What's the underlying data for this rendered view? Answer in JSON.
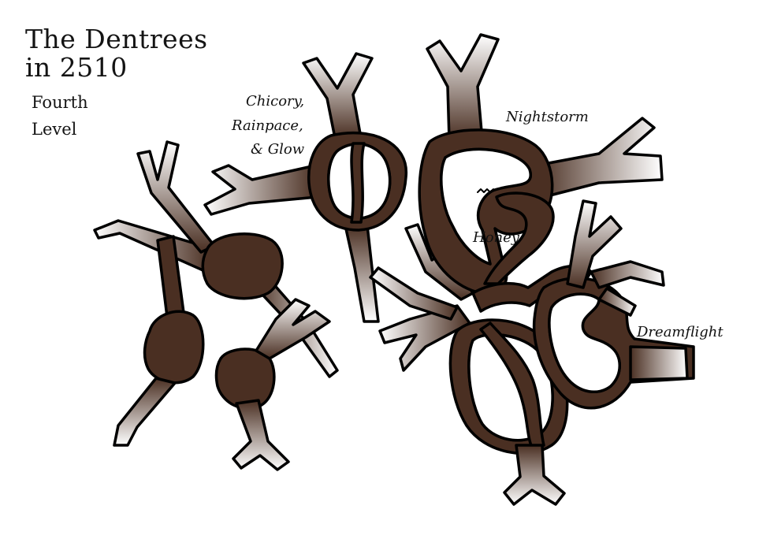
{
  "map": {
    "title_line1": "The Dentrees",
    "title_line2": "in 2510",
    "subtitle_line1": "Fourth",
    "subtitle_line2": "Level"
  },
  "labels": {
    "den_left_line1": "Chicory,",
    "den_left_line2": "Rainpace,",
    "den_left_line3": "& Glow",
    "den_nightstorm": "Nightstorm",
    "den_honey": "Honey",
    "den_dreamflight": "Dreamflight"
  },
  "colors": {
    "wood": "#4a2f22",
    "wood_light": "#ffffff",
    "outline": "#000000"
  }
}
